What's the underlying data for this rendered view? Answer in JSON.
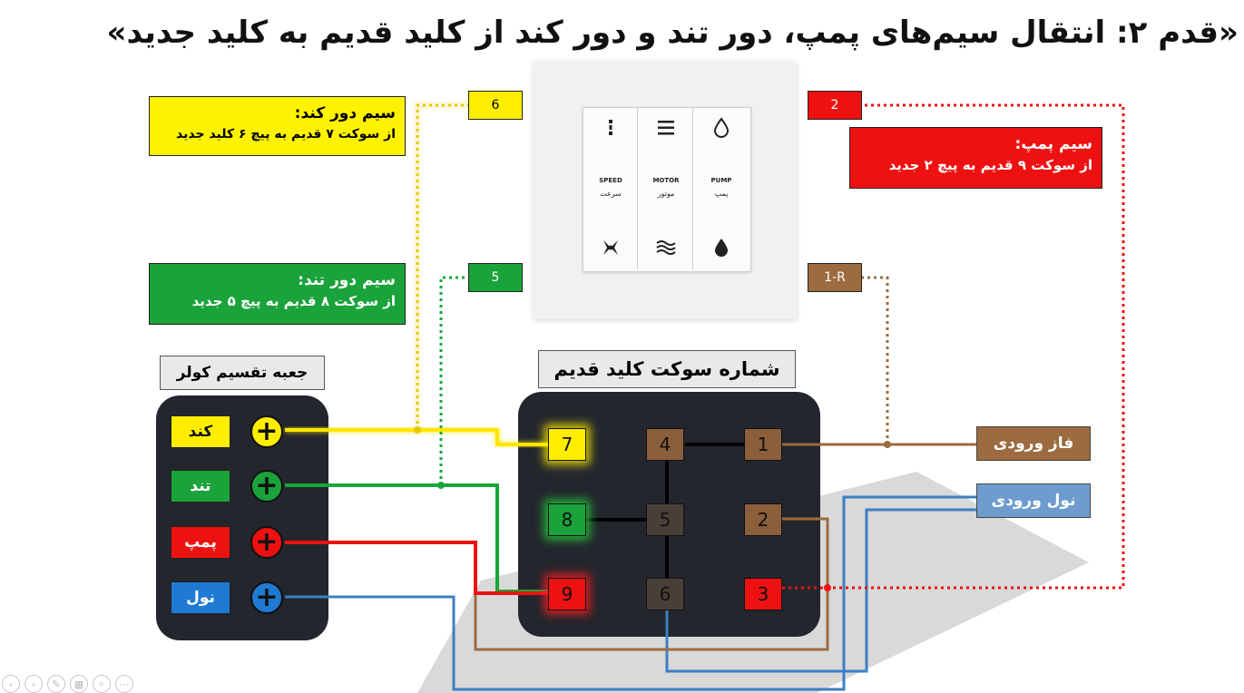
{
  "title": "«قدم ۲: انتقال سیم‌های پمپ، دور تند و دور کند از کلید قدیم به کلید جدید»",
  "colors": {
    "yellow": "#ffee00",
    "green": "#1aa33a",
    "red": "#ee1111",
    "brown": "#9c6b3f",
    "blue": "#1f7ad3",
    "dark_panel": "#23262d",
    "socket_brown": "#8b5e3c",
    "socket_dark": "#4a3f36"
  },
  "switch": {
    "keys": [
      {
        "icon": "speed-low-icon",
        "en": "SPEED",
        "fa": "سرعت",
        "bottom_icon": "fan-icon"
      },
      {
        "icon": "menu-lines-icon",
        "en": "MOTOR",
        "fa": "موتور",
        "bottom_icon": "waves-icon"
      },
      {
        "icon": "drop-outline-icon",
        "en": "PUMP",
        "fa": "پمپ",
        "bottom_icon": "drop-filled-icon"
      }
    ]
  },
  "terminal_tags": {
    "t6": "6",
    "t5": "5",
    "t2": "2",
    "t1r": "1-R"
  },
  "info_boxes": {
    "slow": {
      "heading": "سیم دور کند:",
      "body": "از سوکت ۷ قدیم به پیچ ۶ کلید جدید"
    },
    "fast": {
      "heading": "سیم دور تند:",
      "body": "از سوکت ۸ قدیم به پیچ ۵ جدید"
    },
    "pump": {
      "heading": "سیم پمپ:",
      "body": "از سوکت ۹ قدیم به پیچ ۲ جدید"
    }
  },
  "cooler_box": {
    "title": "جعبه تقسیم کولر",
    "rows": [
      {
        "label": "کند",
        "plus": "+"
      },
      {
        "label": "تند",
        "plus": "+"
      },
      {
        "label": "پمپ",
        "plus": "+"
      },
      {
        "label": "نول",
        "plus": "+"
      }
    ]
  },
  "old_socket": {
    "title": "شماره سوکت کلید قدیم",
    "sockets": [
      "7",
      "4",
      "1",
      "8",
      "5",
      "2",
      "9",
      "6",
      "3"
    ]
  },
  "inputs": {
    "phase": "فاز ورودی",
    "neutral": "نول ورودی"
  },
  "toolbar": [
    "‹",
    "›",
    "✎",
    "▦",
    "⌕",
    "⋯"
  ]
}
